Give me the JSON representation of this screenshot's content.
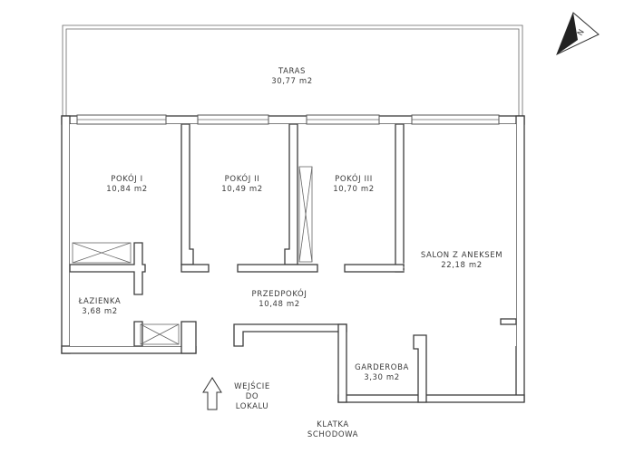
{
  "rooms": {
    "taras": {
      "name": "TARAS",
      "area": "30,77 m2"
    },
    "pokoj1": {
      "name": "POKÓJ I",
      "area": "10,84 m2"
    },
    "pokoj2": {
      "name": "POKÓJ II",
      "area": "10,49 m2"
    },
    "pokoj3": {
      "name": "POKÓJ III",
      "area": "10,70 m2"
    },
    "salon": {
      "name": "SALON Z ANEKSEM",
      "area": "22,18 m2"
    },
    "lazienka": {
      "name": "ŁAZIENKA",
      "area": "3,68 m2"
    },
    "przedpokoj": {
      "name": "PRZEDPOKÓJ",
      "area": "10,48 m2"
    },
    "garderoba": {
      "name": "GARDEROBA",
      "area": "3,30 m2"
    }
  },
  "entrance": {
    "line1": "WEJŚCIE",
    "line2": "DO",
    "line3": "LOKALU"
  },
  "stairwell": {
    "line1": "KLATKA",
    "line2": "SCHODOWA"
  },
  "compass": {
    "label": "N"
  },
  "icons": {
    "compass": "north-arrow-icon",
    "entrance": "entrance-arrow-icon"
  }
}
